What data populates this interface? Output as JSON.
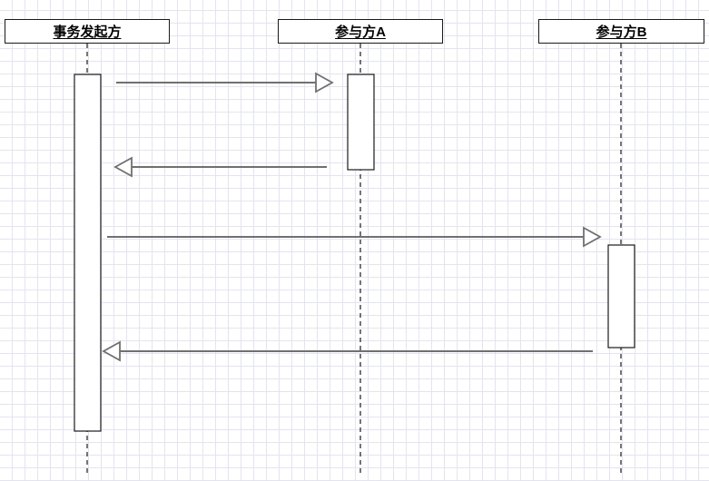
{
  "participants": [
    {
      "id": "initiator",
      "label": "事务发起方"
    },
    {
      "id": "a",
      "label": "参与方A"
    },
    {
      "id": "b",
      "label": "参与方B"
    }
  ],
  "messages": [
    {
      "from": "initiator",
      "to": "a",
      "label": ""
    },
    {
      "from": "a",
      "to": "initiator",
      "label": ""
    },
    {
      "from": "initiator",
      "to": "b",
      "label": ""
    },
    {
      "from": "b",
      "to": "initiator",
      "label": ""
    }
  ],
  "colors": {
    "line": "#1a1a1a",
    "arrow": "#707070",
    "grid": "#e4e4f0",
    "box_fill": "#ffffff"
  }
}
